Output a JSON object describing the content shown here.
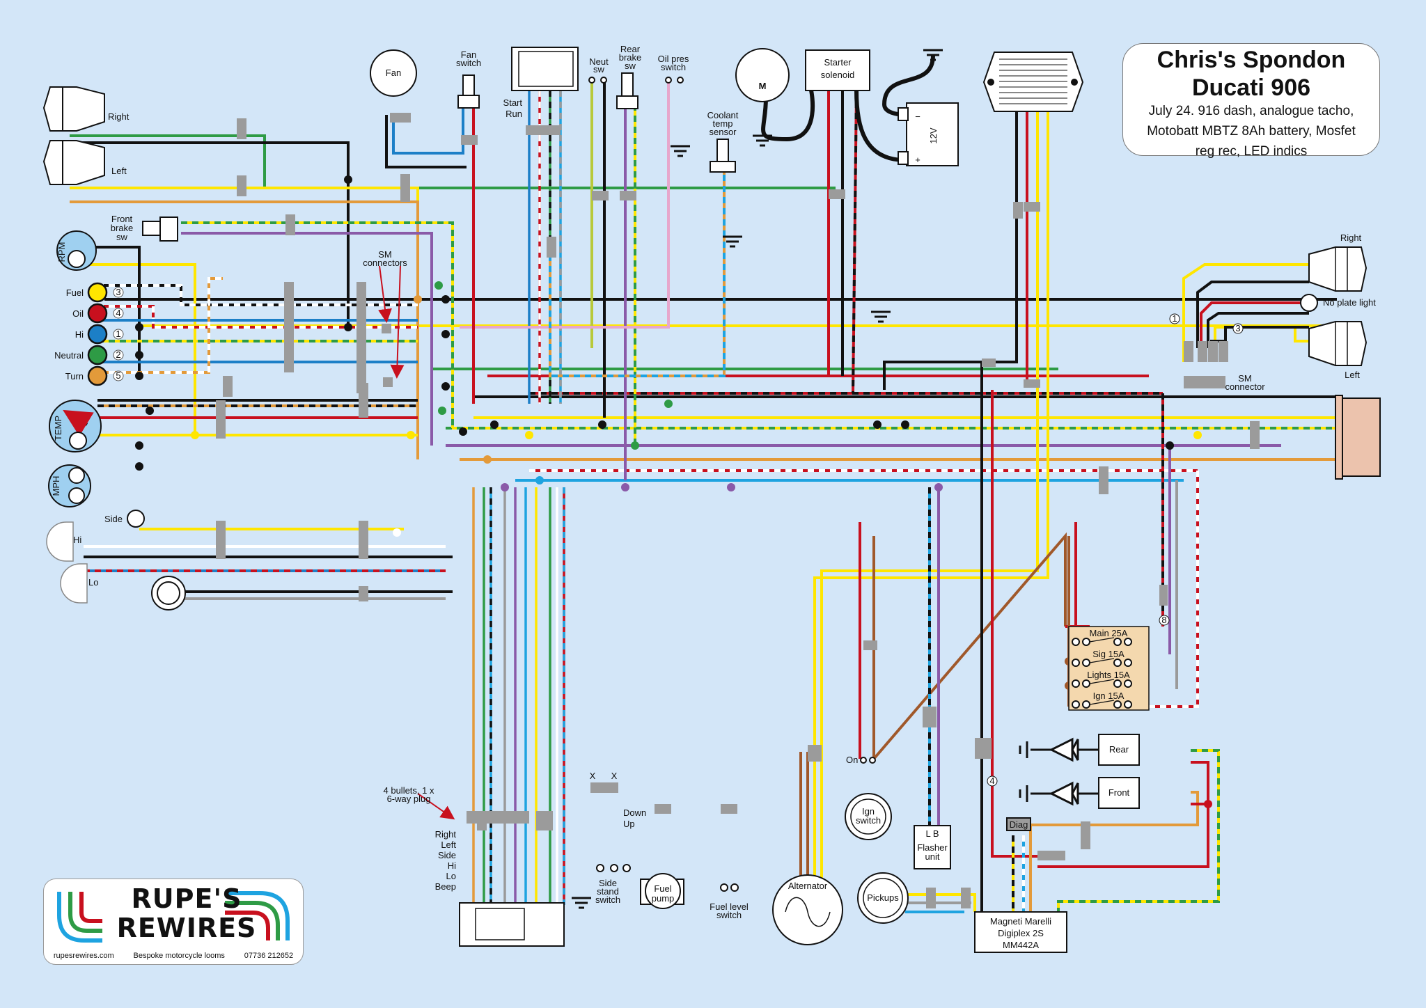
{
  "title": {
    "line1": "Chris's Spondon",
    "line2": "Ducati 906",
    "desc1": "July 24. 916 dash, analogue tacho,",
    "desc2": "Motobatt MBTZ 8Ah battery, Mosfet",
    "desc3": "reg rec, LED indics"
  },
  "logo": {
    "name1": "RUPE'S",
    "name2": "REWIRES",
    "website": "rupesrewires.com",
    "tagline": "Bespoke motorcycle looms",
    "phone": "07736 212652"
  },
  "wire_colors": {
    "black": "#111111",
    "red": "#c8101e",
    "yellow": "#ffe600",
    "green": "#2e9b45",
    "blue": "#1c7fc7",
    "lightblue": "#1ea3e0",
    "orange": "#e39a3a",
    "brown": "#a0582a",
    "purple": "#8a5aa8",
    "grey": "#9a9a9a",
    "white": "#ffffff",
    "pink": "#e7a7cc",
    "lime": "#b8c93a",
    "connector": "#9b9b9b",
    "background": "#d3e6f8",
    "fusebox": "#f4d8ae",
    "taillight": "#ecc3ad"
  },
  "labels": {
    "front_right_indicator": "Right",
    "front_left_indicator": "Left",
    "front_brake_sw": [
      "Front",
      "brake",
      "sw"
    ],
    "rpm": "RPM",
    "temp": "TEMP",
    "mph": "MPH",
    "warning_lights": [
      {
        "name": "Fuel",
        "num": "3",
        "color": "#ffe600"
      },
      {
        "name": "Oil",
        "num": "4",
        "color": "#c8101e"
      },
      {
        "name": "Hi",
        "num": "1",
        "color": "#1c7fc7"
      },
      {
        "name": "Neutral",
        "num": "2",
        "color": "#2e9b45"
      },
      {
        "name": "Turn",
        "num": "5",
        "color": "#e39a3a"
      }
    ],
    "side": "Side",
    "hi": "Hi",
    "lo": "Lo",
    "fan": "Fan",
    "fan_switch": [
      "Fan",
      "switch"
    ],
    "start": "Start",
    "run": "Run",
    "neut_sw": [
      "Neut",
      "sw"
    ],
    "rear_brake_sw": [
      "Rear",
      "brake",
      "sw"
    ],
    "oil_pres_switch": [
      "Oil pres",
      "switch"
    ],
    "coolant_temp_sensor": [
      "Coolant",
      "temp",
      "sensor"
    ],
    "motor": "M",
    "starter_solenoid": [
      "Starter",
      "solenoid"
    ],
    "battery": "12V",
    "battery_neg": "−",
    "battery_pos": "+",
    "sm_connectors": [
      "SM",
      "connectors"
    ],
    "rear_right": "Right",
    "rear_left": "Left",
    "no_plate_light": "No plate light",
    "sm_connector": [
      "SM",
      "connector"
    ],
    "rear_num1": "1",
    "rear_num3": "3",
    "fuse_num8": "8",
    "fuses": [
      "Main 25A",
      "Sig 15A",
      "Lights 15A",
      "Ign 15A"
    ],
    "plug_note": [
      "4 bullets, 1 x",
      "6-way plug"
    ],
    "switch_rows": [
      "Right",
      "Left",
      "Side",
      "Hi",
      "Lo",
      "Beep"
    ],
    "side_stand_x": "X",
    "side_stand_pos": [
      "Down",
      "Up"
    ],
    "side_stand_switch": [
      "Side",
      "stand",
      "switch"
    ],
    "fuel_pump": [
      "Fuel",
      "pump"
    ],
    "fuel_level_switch": [
      "Fuel level",
      "switch"
    ],
    "alternator": "Alternator",
    "on": "On",
    "ign_switch": [
      "Ign",
      "switch"
    ],
    "flasher_lb": "L  B",
    "flasher_unit": [
      "Flasher",
      "unit"
    ],
    "pickups": "Pickups",
    "ecu": [
      "Magneti Marelli",
      "Digiplex 2S",
      "MM442A"
    ],
    "diag": "Diag",
    "coil_num4": "4",
    "coil_rear": "Rear",
    "coil_front": "Front"
  }
}
